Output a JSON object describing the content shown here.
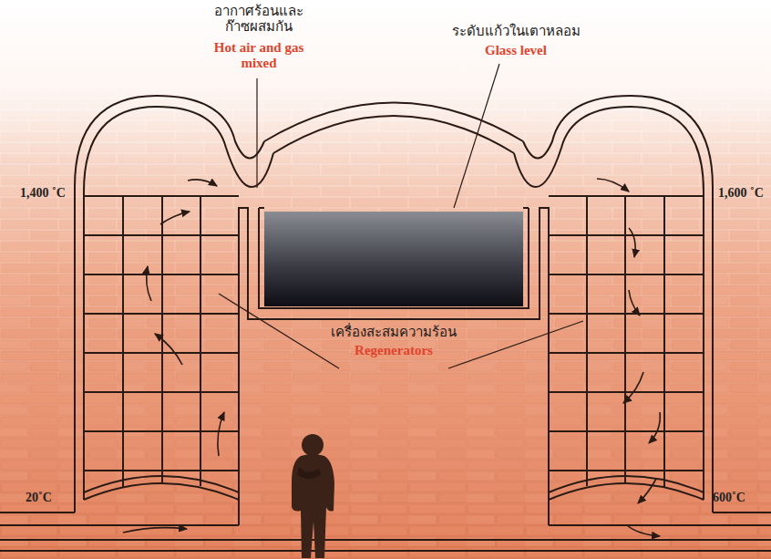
{
  "diagram": {
    "labels": [
      "อากาศร้อนและ ก๊าซผสมกัน",
      "Hot air and gas mixed",
      "ระดับแก้วในเตาหลอม",
      "Glass level",
      "1,400 ˚C",
      "1,600 ˚C",
      "เครื่องสะสมความร้อน",
      "Regenerators",
      "20˚C",
      "600˚C"
    ]
  }
}
